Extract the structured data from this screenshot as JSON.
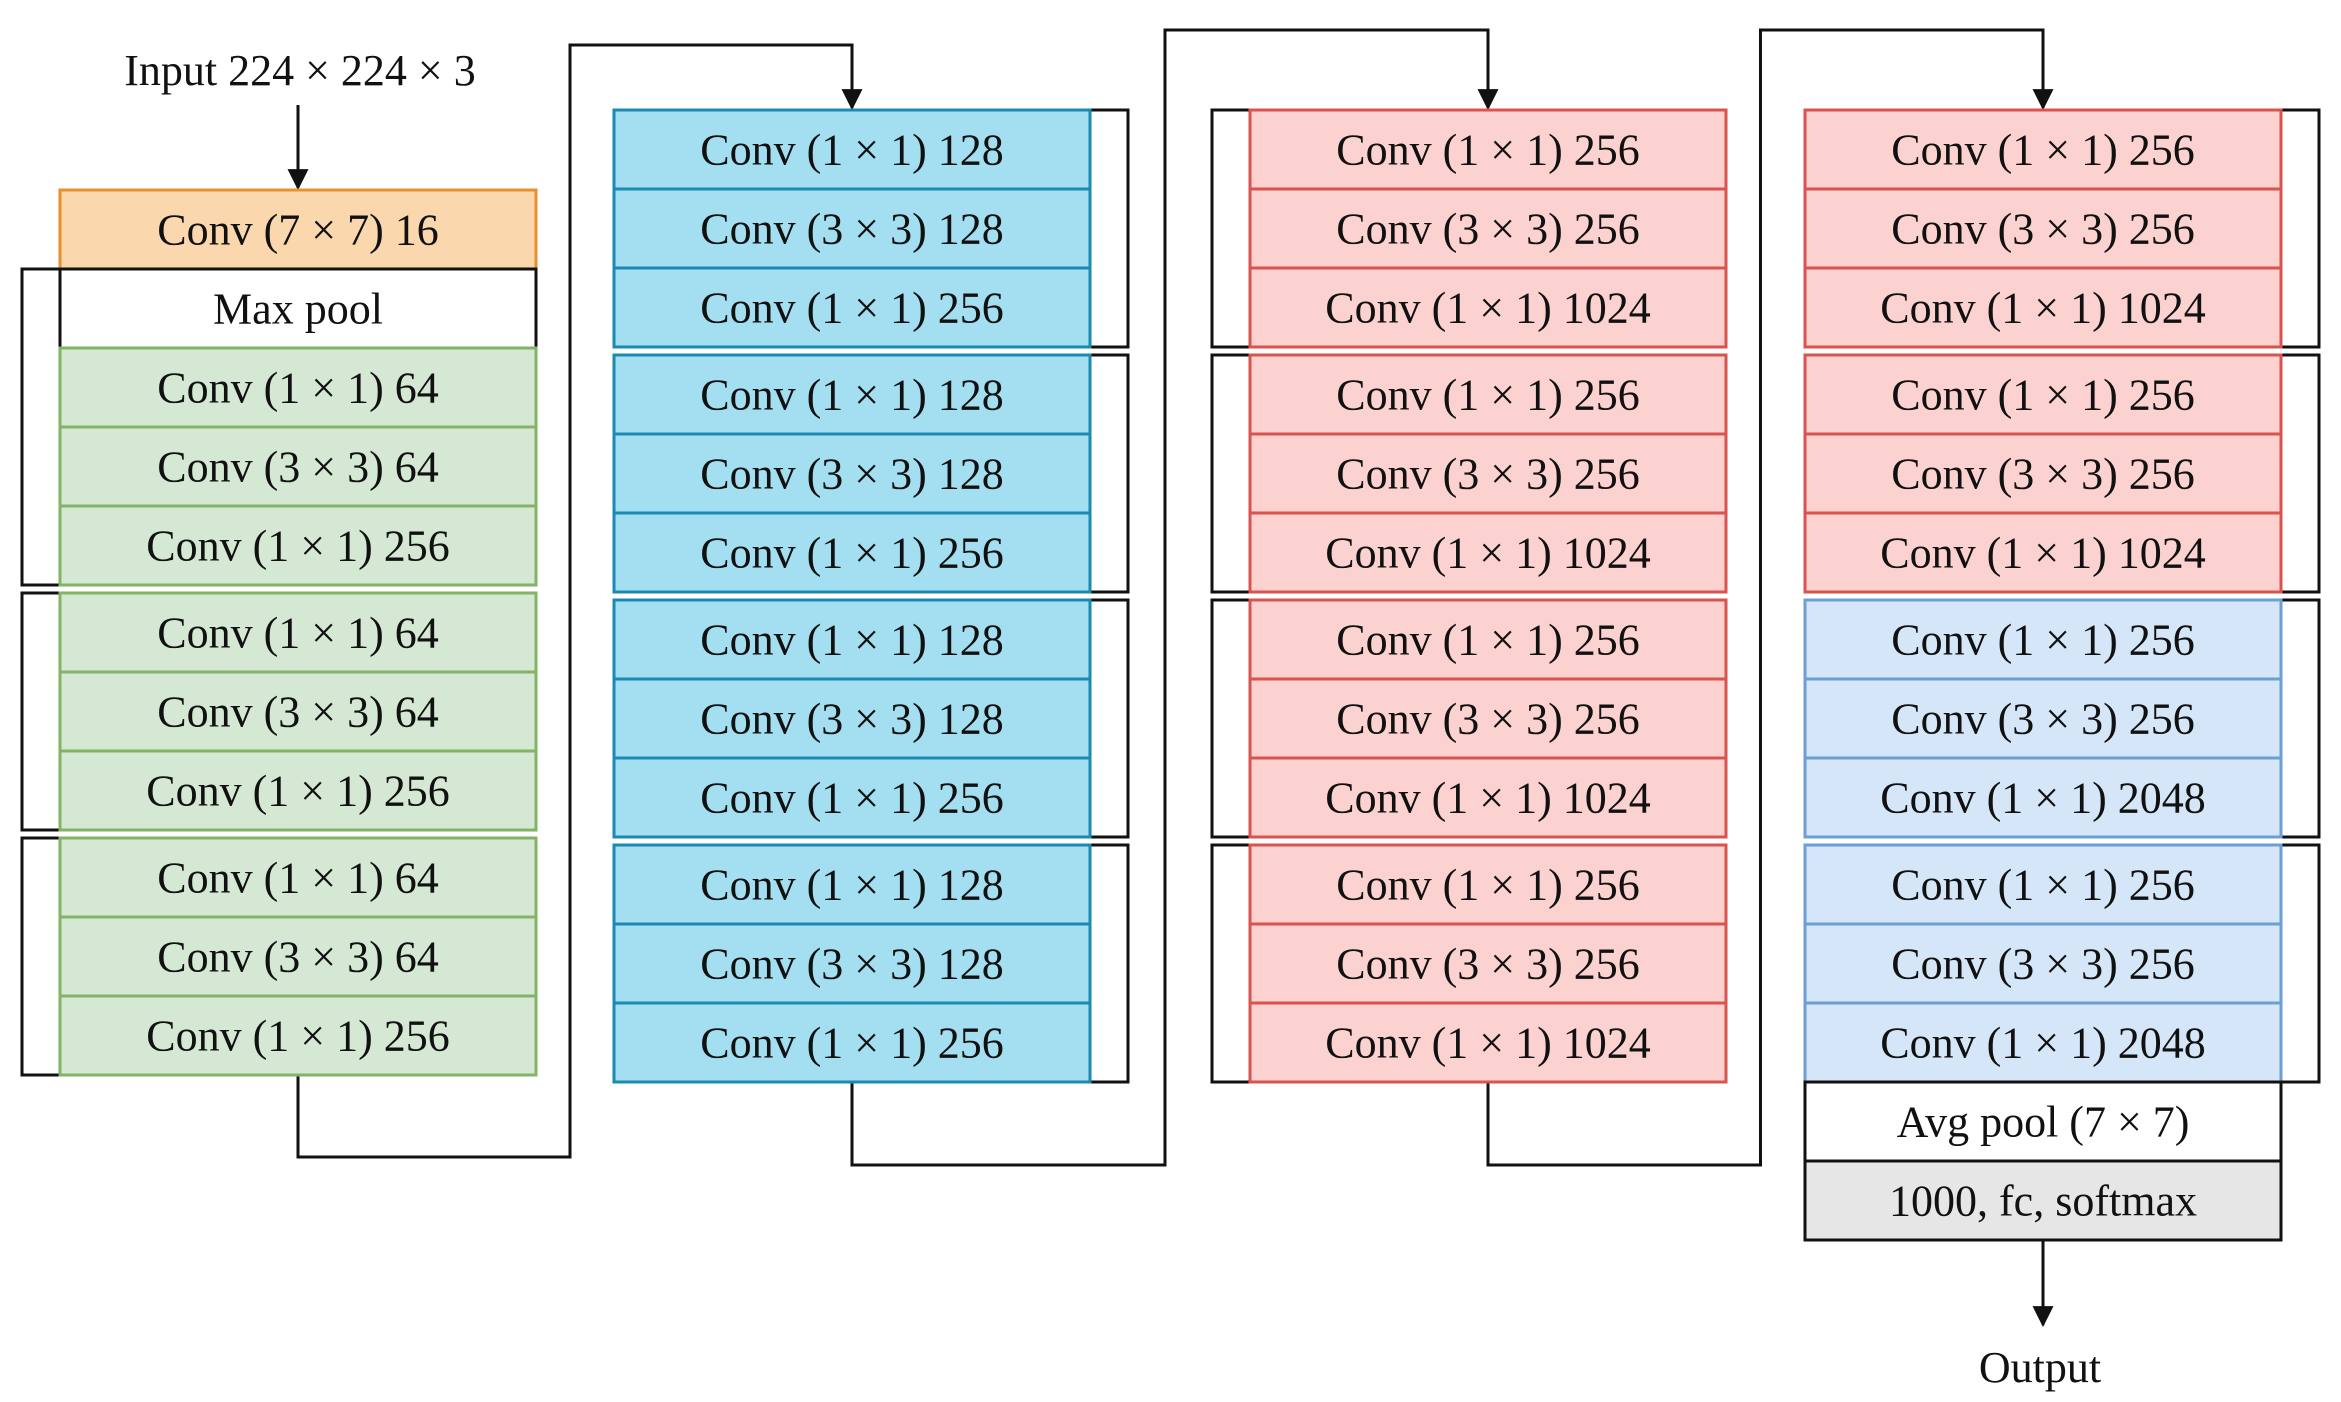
{
  "input_label": "Input 224 × 224 × 3",
  "output_label": "Output",
  "colors": {
    "orange_fill": "#fad7ac",
    "orange_stroke": "#e6912e",
    "green_fill": "#d5e8d4",
    "green_stroke": "#82b366",
    "cyan_fill": "#a3dff0",
    "cyan_stroke": "#1b8ab2",
    "red_fill": "#fbd2d0",
    "red_stroke": "#d9534f",
    "blue_fill": "#d4e6f8",
    "blue_stroke": "#6c9fd3",
    "gray_fill": "#e6e6e6",
    "white_fill": "#ffffff",
    "line": "#111111"
  },
  "columns": [
    {
      "stem": [
        {
          "label": "Conv (7 × 7) 16",
          "color": "orange"
        },
        {
          "label": "Max pool",
          "color": "white"
        }
      ],
      "groups": [
        {
          "color": "green",
          "layers": [
            "Conv (1 × 1)  64",
            "Conv (3 × 3)  64",
            "Conv (1 × 1)  256"
          ]
        },
        {
          "color": "green",
          "layers": [
            "Conv (1 × 1)  64",
            "Conv (3 × 3)  64",
            "Conv (1 × 1)  256"
          ]
        },
        {
          "color": "green",
          "layers": [
            "Conv (1 × 1)  64",
            "Conv (3 × 3)  64",
            "Conv (1 × 1)  256"
          ]
        }
      ],
      "tail": []
    },
    {
      "stem": [],
      "groups": [
        {
          "color": "cyan",
          "layers": [
            "Conv (1 × 1)  128",
            "Conv (3 × 3)  128",
            "Conv (1 × 1)  256"
          ]
        },
        {
          "color": "cyan",
          "layers": [
            "Conv (1 × 1)  128",
            "Conv (3 × 3)  128",
            "Conv (1 × 1)  256"
          ]
        },
        {
          "color": "cyan",
          "layers": [
            "Conv (1 × 1)  128",
            "Conv (3 × 3)  128",
            "Conv (1 × 1)  256"
          ]
        },
        {
          "color": "cyan",
          "layers": [
            "Conv (1 × 1)  128",
            "Conv (3 × 3)  128",
            "Conv (1 × 1)  256"
          ]
        }
      ],
      "tail": []
    },
    {
      "stem": [],
      "groups": [
        {
          "color": "red",
          "layers": [
            "Conv (1 × 1)  256",
            "Conv (3 × 3)  256",
            "Conv (1 × 1)  1024"
          ]
        },
        {
          "color": "red",
          "layers": [
            "Conv (1 × 1)  256",
            "Conv (3 × 3)  256",
            "Conv (1 × 1)  1024"
          ]
        },
        {
          "color": "red",
          "layers": [
            "Conv (1 × 1)  256",
            "Conv (3 × 3)  256",
            "Conv (1 × 1)  1024"
          ]
        },
        {
          "color": "red",
          "layers": [
            "Conv (1 × 1)  256",
            "Conv (3 × 3)  256",
            "Conv (1 × 1)  1024"
          ]
        }
      ],
      "tail": []
    },
    {
      "stem": [],
      "groups": [
        {
          "color": "red",
          "layers": [
            "Conv (1 × 1)  256",
            "Conv (3 × 3)  256",
            "Conv (1 × 1)  1024"
          ]
        },
        {
          "color": "red",
          "layers": [
            "Conv (1 × 1)  256",
            "Conv (3 × 3)  256",
            "Conv (1 × 1)  1024"
          ]
        },
        {
          "color": "blue",
          "layers": [
            "Conv (1 × 1)  256",
            "Conv (3 × 3)  256",
            "Conv (1 × 1)  2048"
          ]
        },
        {
          "color": "blue",
          "layers": [
            "Conv (1 × 1)  256",
            "Conv (3 × 3)  256",
            "Conv (1 × 1)  2048"
          ]
        }
      ],
      "tail": [
        {
          "label": "Avg pool (7 × 7)",
          "color": "white"
        },
        {
          "label": "1000, fc, softmax",
          "color": "gray"
        }
      ]
    }
  ]
}
